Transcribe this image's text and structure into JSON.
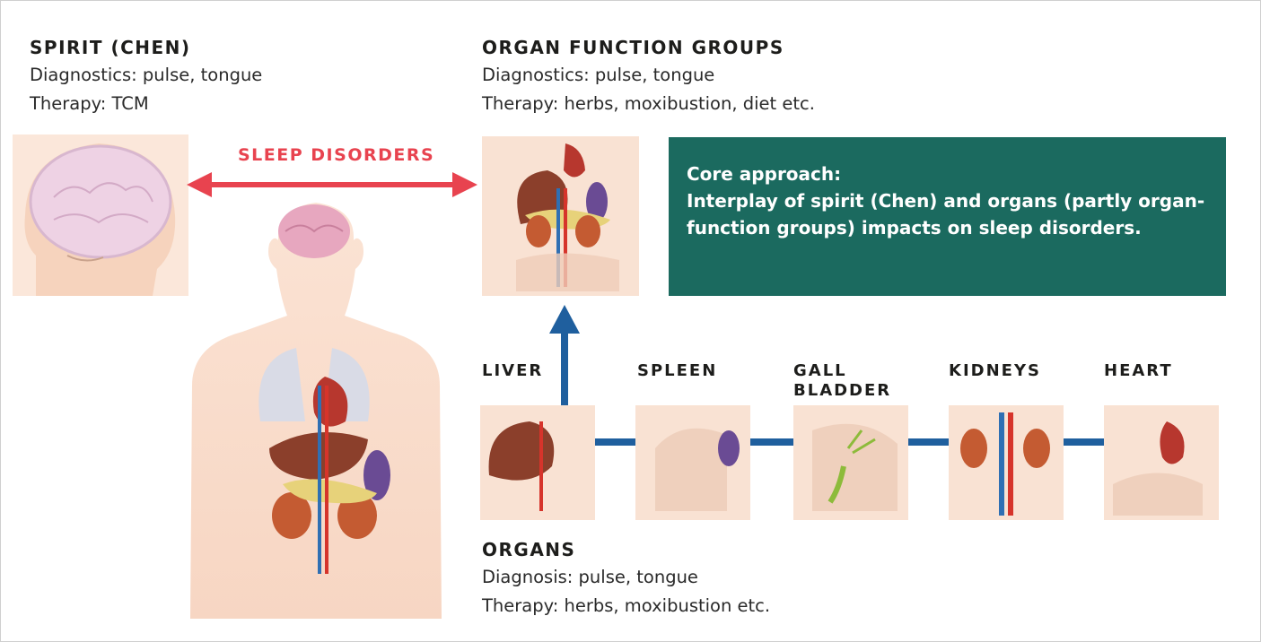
{
  "spirit": {
    "title": "SPIRIT (CHEN)",
    "diagnostics": "Diagnostics: pulse, tongue",
    "therapy": "Therapy: TCM"
  },
  "organ_function_groups": {
    "title": "ORGAN FUNCTION GROUPS",
    "diagnostics": "Diagnostics: pulse, tongue",
    "therapy": "Therapy: herbs, moxibustion, diet etc."
  },
  "sleep_disorders": {
    "label": "SLEEP DISORDERS",
    "arrow_color": "#e8434f"
  },
  "core_approach": {
    "heading": "Core approach:",
    "text": "Interplay of spirit (Chen) and organs (partly organ-function groups) impacts on sleep disorders.",
    "background": "#1b6a5f"
  },
  "organs_row": {
    "labels": [
      {
        "line1": "LIVER",
        "line2": ""
      },
      {
        "line1": "SPLEEN",
        "line2": ""
      },
      {
        "line1": "GALL",
        "line2": "BLADDER"
      },
      {
        "line1": "KIDNEYS",
        "line2": ""
      },
      {
        "line1": "HEART",
        "line2": ""
      }
    ],
    "connector_color": "#1f5f9e"
  },
  "organs": {
    "title": "ORGANS",
    "diagnosis": "Diagnosis: pulse, tongue",
    "therapy": "Therapy: herbs, moxibustion etc."
  }
}
